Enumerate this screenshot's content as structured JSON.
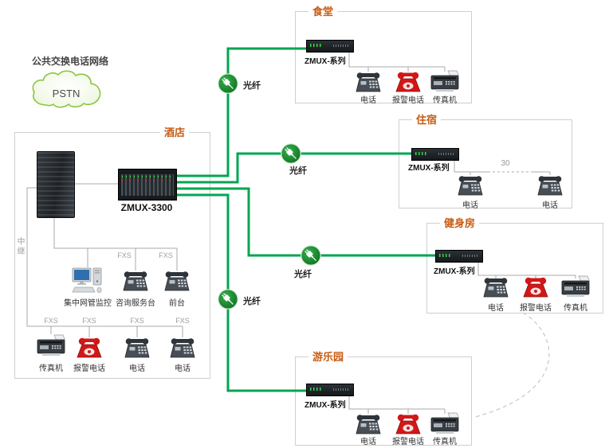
{
  "colors": {
    "fiber_line": "#00a651",
    "site_title": "#c75b12",
    "alarm_red": "#d21717",
    "box_border": "#cfcfcf"
  },
  "pstn": {
    "caption": "公共交换电话网络",
    "cloud_label": "PSTN"
  },
  "hotel": {
    "title": "酒店",
    "zmux_label": "ZMUX-3300",
    "trunk_label": "中继",
    "fxs_label": "FXS",
    "row1": [
      {
        "label": "集中网管监控"
      },
      {
        "label": "咨询服务台",
        "port": "FXS"
      },
      {
        "label": "前台",
        "port": "FXS"
      }
    ],
    "row2": [
      {
        "label": "传真机",
        "port": "FXS"
      },
      {
        "label": "报警电话",
        "port": "FXS"
      },
      {
        "label": "电话",
        "port": "FXS"
      },
      {
        "label": "电话",
        "port": "FXS"
      }
    ]
  },
  "links": [
    {
      "site": "canteen",
      "label": "光纤"
    },
    {
      "site": "lodging",
      "label": "光纤"
    },
    {
      "site": "gym",
      "label": "光纤"
    },
    {
      "site": "park",
      "label": "光纤"
    }
  ],
  "sites": {
    "canteen": {
      "title": "食堂",
      "device_label": "ZMUX-系列",
      "endpoints": [
        "电话",
        "报警电话",
        "传真机"
      ]
    },
    "lodging": {
      "title": "住宿",
      "device_label": "ZMUX-系列",
      "endpoints": [
        "电话",
        "电话"
      ],
      "count_label": "30"
    },
    "gym": {
      "title": "健身房",
      "device_label": "ZMUX-系列",
      "endpoints": [
        "电话",
        "报警电话",
        "传真机"
      ]
    },
    "park": {
      "title": "游乐园",
      "device_label": "ZMUX-系列",
      "endpoints": [
        "电话",
        "报警电话",
        "传真机"
      ]
    }
  }
}
